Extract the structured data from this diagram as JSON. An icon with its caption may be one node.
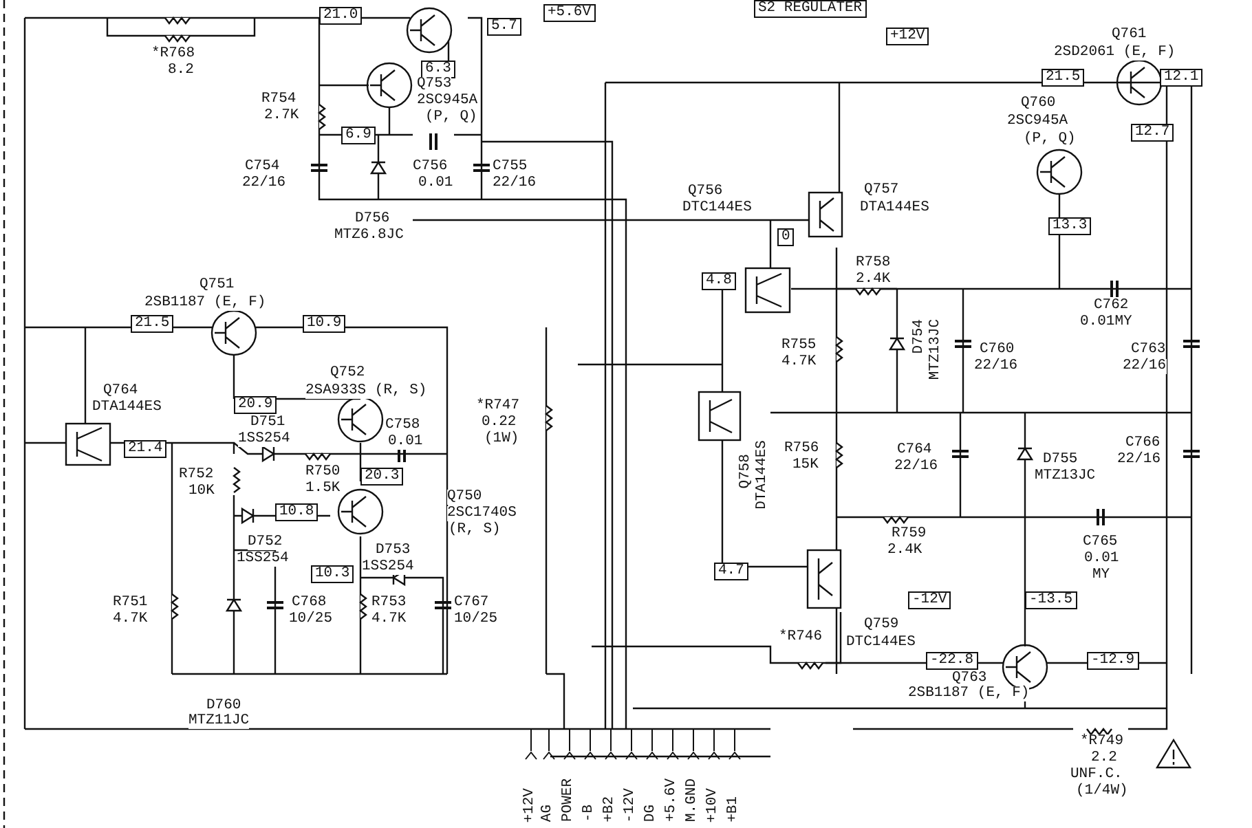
{
  "diagram": {
    "nodes": [
      {
        "text": [
          "21.0"
        ]
      },
      {
        "text": [
          "5.7"
        ]
      },
      {
        "text": [
          "+5.6V"
        ]
      },
      {
        "text": [
          "S2 REGULATER"
        ]
      },
      {
        "text": [
          "6.3"
        ]
      },
      {
        "text": [
          "6.9"
        ]
      },
      {
        "text": [
          "+12V"
        ]
      },
      {
        "text": [
          "21.5"
        ]
      },
      {
        "text": [
          "12.1"
        ]
      },
      {
        "text": [
          "12.7"
        ]
      },
      {
        "text": [
          "13.3"
        ]
      },
      {
        "text": [
          "0"
        ]
      },
      {
        "text": [
          "4.8"
        ]
      },
      {
        "text": [
          "21.5"
        ]
      },
      {
        "text": [
          "10.9"
        ]
      },
      {
        "text": [
          "20.9"
        ]
      },
      {
        "text": [
          "21.4"
        ]
      },
      {
        "text": [
          "20.3"
        ]
      },
      {
        "text": [
          "10.8"
        ]
      },
      {
        "text": [
          "10.3"
        ]
      },
      {
        "text": [
          "4.7"
        ]
      },
      {
        "text": [
          "-12V"
        ]
      },
      {
        "text": [
          "-13.5"
        ]
      },
      {
        "text": [
          "-22.8"
        ]
      },
      {
        "text": [
          "-12.9"
        ]
      }
    ],
    "labels": [
      "*R768",
      "8.2",
      "R754",
      "2.7K",
      "Q753",
      "2SC945A",
      "(P, Q)",
      "C754",
      "22/16",
      "C756",
      "0.01",
      "C755",
      "22/16",
      "D756",
      "MTZ6.8JC",
      "Q761",
      "2SD2061 (E, F)",
      "Q760",
      "2SC945A",
      "(P, Q)",
      "Q756",
      "DTC144ES",
      "Q757",
      "DTA144ES",
      "R758",
      "2.4K",
      "C762",
      "0.01MY",
      "Q751",
      "2SB1187 (E, F)",
      "R755",
      "4.7K",
      "D754",
      "MTZ13JC",
      "C760",
      "22/16",
      "C763",
      "22/16",
      "Q764",
      "DTA144ES",
      "Q752",
      "2SA933S (R, S)",
      "*R747",
      "0.22",
      "(1W)",
      "D751",
      "1SS254",
      "C758",
      "0.01",
      "Q758",
      "DTA144ES",
      "R756",
      "15K",
      "C764",
      "22/16",
      "D755",
      "MTZ13JC",
      "C766",
      "22/16",
      "R750",
      "1.5K",
      "R752",
      "10K",
      "Q750",
      "2SC1740S",
      "(R, S)",
      "D752",
      "1SS254",
      "D753",
      "1SS254",
      "R759",
      "2.4K",
      "C765",
      "0.01",
      "MY",
      "R751",
      "4.7K",
      "C768",
      "10/25",
      "R753",
      "4.7K",
      "C767",
      "10/25",
      "Q759",
      "DTC144ES",
      "*R746",
      "Q763",
      "2SB1187 (E, F)",
      "D760",
      "MTZ11JC",
      "*R749",
      "2.2",
      "UNF.C.",
      "(1/4W)",
      "+12V",
      "AG",
      "POWER",
      "-B",
      "+B2",
      "-12V",
      "DG",
      "+5.6V",
      "M.GND",
      "+10V",
      "+B1"
    ]
  }
}
